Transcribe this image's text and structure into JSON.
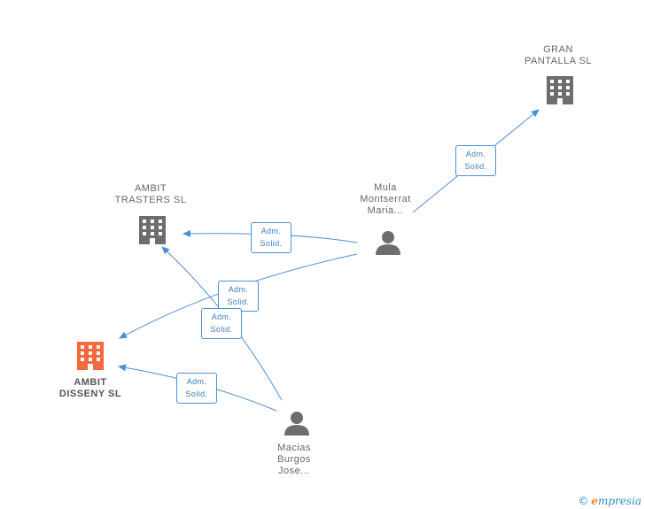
{
  "nodes": {
    "gran_pantalla": {
      "label": "GRAN\nPANTALLA SL",
      "type": "company"
    },
    "ambit_trasters": {
      "label": "AMBIT\nTRASTERS SL",
      "type": "company"
    },
    "ambit_disseny": {
      "label": "AMBIT\nDISSENY SL",
      "type": "company-focus"
    },
    "mula": {
      "label": "Mula\nMontserrat\nMaria...",
      "type": "person"
    },
    "macias": {
      "label": "Macias\nBurgos\nJose...",
      "type": "person"
    }
  },
  "edges": [
    {
      "label": "Adm.\nSolid."
    },
    {
      "label": "Adm.\nSolid."
    },
    {
      "label": "Adm.\nSolid."
    },
    {
      "label": "Adm.\nSolid."
    },
    {
      "label": "Adm.\nSolid."
    }
  ],
  "colors": {
    "edge": "#4a90d9",
    "company": "#6d6d6d",
    "focus": "#f26a3d",
    "person": "#6d6d6d"
  },
  "brand": {
    "copyright": "©",
    "name_initial": "e",
    "name_rest": "mpresia"
  }
}
